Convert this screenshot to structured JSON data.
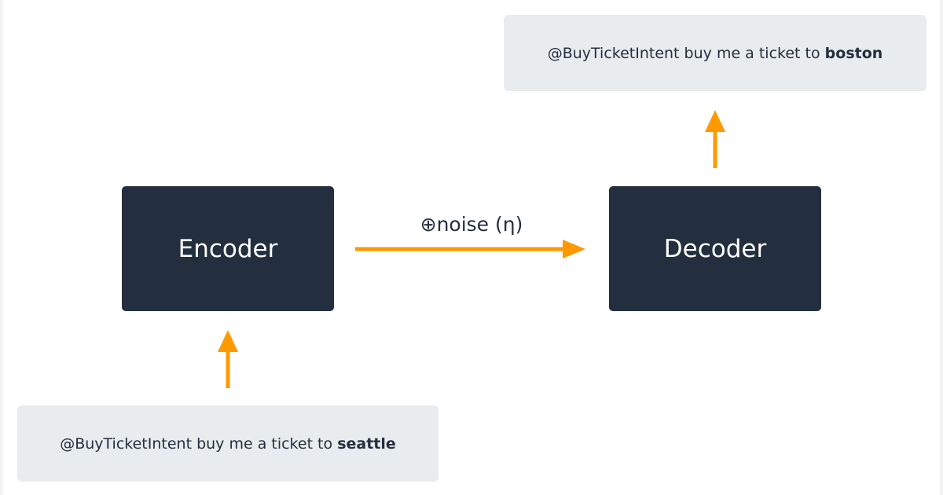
{
  "colors": {
    "arrow": "#ff9900",
    "block": "#232f3e",
    "text_box": "#e9ecee",
    "block_text": "#ffffff"
  },
  "diagram": {
    "encoder_label": "Encoder",
    "decoder_label": "Decoder",
    "noise_label": "⊕noise (η)",
    "input": {
      "prefix": "@BuyTicketIntent buy me a ticket to ",
      "highlight": "seattle"
    },
    "output": {
      "prefix": "@BuyTicketIntent buy me a ticket to ",
      "highlight": "boston"
    }
  }
}
